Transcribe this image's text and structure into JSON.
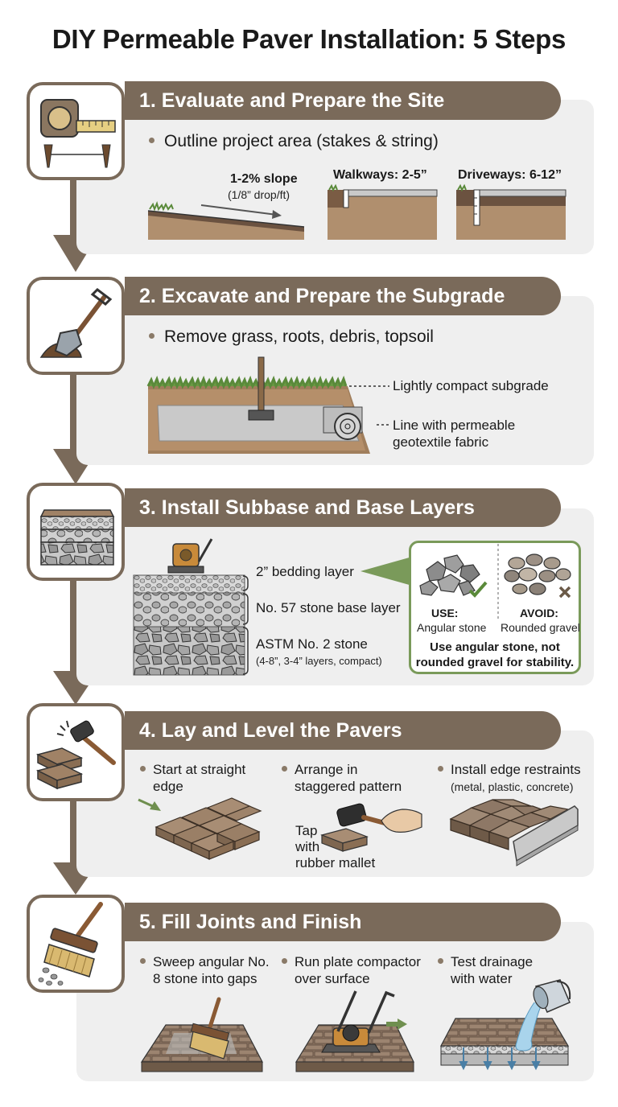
{
  "title": "DIY Permeable Paver Installation: 5 Steps",
  "colors": {
    "bar": "#7a6a5a",
    "card": "#efefef",
    "accent_green": "#6f8f4f"
  },
  "steps": [
    {
      "heading": "1. Evaluate and Prepare the Site",
      "icon": "tape-measure-icon",
      "bullet": "Outline project area (stakes & string)",
      "slope_label": "1-2% slope",
      "slope_sub": "(1/8” drop/ft)",
      "walkways": "Walkways: 2-5”",
      "driveways": "Driveways: 6-12”"
    },
    {
      "heading": "2. Excavate and Prepare the Subgrade",
      "icon": "shovel-icon",
      "bullet": "Remove grass, roots, debris, topsoil",
      "callout1": "Lightly compact subgrade",
      "callout2_line1": "Line with permeable",
      "callout2_line2": "geotextile fabric"
    },
    {
      "heading": "3. Install Subbase and Base Layers",
      "icon": "stone-layers-icon",
      "layer1": "2” bedding layer",
      "layer2": "No. 57 stone base layer",
      "layer3": "ASTM No. 2 stone",
      "layer3_sub": "(4-8”, 3-4” layers, compact)",
      "use_label": "USE:",
      "use_text": "Angular stone",
      "avoid_label": "AVOID:",
      "avoid_text": "Rounded gravel",
      "note_line1": "Use angular stone, not",
      "note_line2": "rounded gravel for stability."
    },
    {
      "heading": "4. Lay and Level the Pavers",
      "icon": "pavers-mallet-icon",
      "col1_line1": "Start at straight",
      "col1_line2": "edge",
      "col2_line1": "Arrange in",
      "col2_line2": "staggered pattern",
      "col3_line1": "Install edge restraints",
      "col3_sub": "(metal, plastic, concrete)",
      "tap1": "Tap",
      "tap2": "with",
      "tap3": "rubber mallet"
    },
    {
      "heading": "5. Fill Joints and Finish",
      "icon": "broom-icon",
      "col1_line1": "Sweep angular No.",
      "col1_line2": "8 stone into gaps",
      "col2_line1": "Run plate compactor",
      "col2_line2": "over surface",
      "col3_line1": "Test drainage",
      "col3_line2": "with water"
    }
  ]
}
